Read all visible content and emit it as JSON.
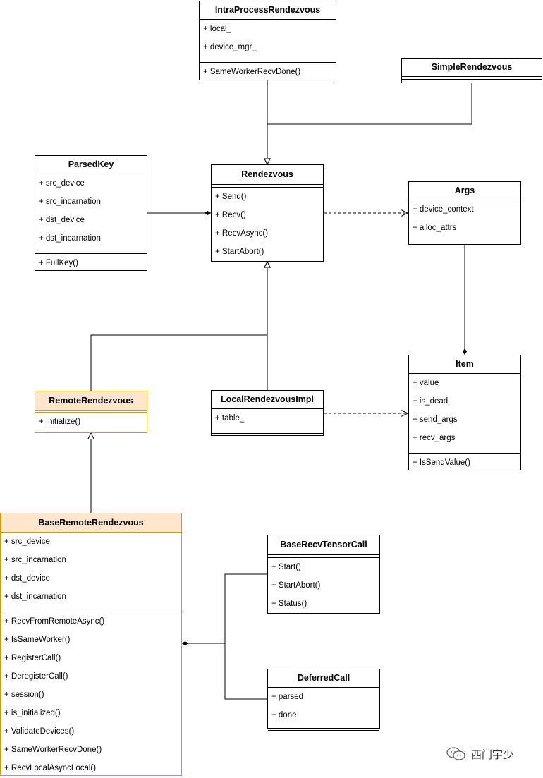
{
  "classes": {
    "intra": {
      "title": "IntraProcessRendezvous",
      "attributes": [
        "+ local_",
        "+ device_mgr_"
      ],
      "methods": [
        "+ SameWorkerRecvDone()"
      ]
    },
    "simple": {
      "title": "SimpleRendezvous"
    },
    "parsedkey": {
      "title": "ParsedKey",
      "attributes": [
        "+ src_device",
        "+ src_incarnation",
        "+ dst_device",
        "+ dst_incarnation"
      ],
      "methods": [
        "+ FullKey()"
      ]
    },
    "rendezvous": {
      "title": "Rendezvous",
      "methods": [
        "+ Send()",
        "+ Recv()",
        "+ RecvAsync()",
        "+ StartAbort()"
      ]
    },
    "args": {
      "title": "Args",
      "attributes": [
        "+ device_context",
        "+ alloc_attrs"
      ]
    },
    "remote": {
      "title": "RemoteRendezvous",
      "methods": [
        "+ Initialize()"
      ]
    },
    "local": {
      "title": "LocalRendezvousImpl",
      "attributes": [
        "+ table_"
      ]
    },
    "item": {
      "title": "Item",
      "attributes": [
        "+ value",
        "+ is_dead",
        "+ send_args",
        "+ recv_args"
      ],
      "methods": [
        "+ IsSendValue()"
      ]
    },
    "baseremote": {
      "title": "BaseRemoteRendezvous",
      "attributes": [
        "+ src_device",
        "+ src_incarnation",
        "+ dst_device",
        "+ dst_incarnation"
      ],
      "methods": [
        "+ RecvFromRemoteAsync()",
        "+ IsSameWorker()",
        "+ RegisterCall()",
        "+ DeregisterCall()",
        "+ session()",
        "+ is_initialized()",
        "+ ValidateDevices()",
        "+ SameWorkerRecvDone()",
        "+ RecvLocalAsyncLocal()"
      ]
    },
    "baserecv": {
      "title": "BaseRecvTensorCall",
      "methods": [
        "+ Start()",
        "+ StartAbort()",
        "+ Status()"
      ]
    },
    "deferred": {
      "title": "DeferredCall",
      "attributes": [
        "+ parsed",
        "+ done"
      ]
    }
  },
  "watermark": {
    "text": "西门宇少",
    "icon": "wechat-bubble-icon"
  },
  "colors": {
    "highlight_fill": "#ffe6cc",
    "highlight_border": "#d79b00",
    "line": "#000000"
  }
}
